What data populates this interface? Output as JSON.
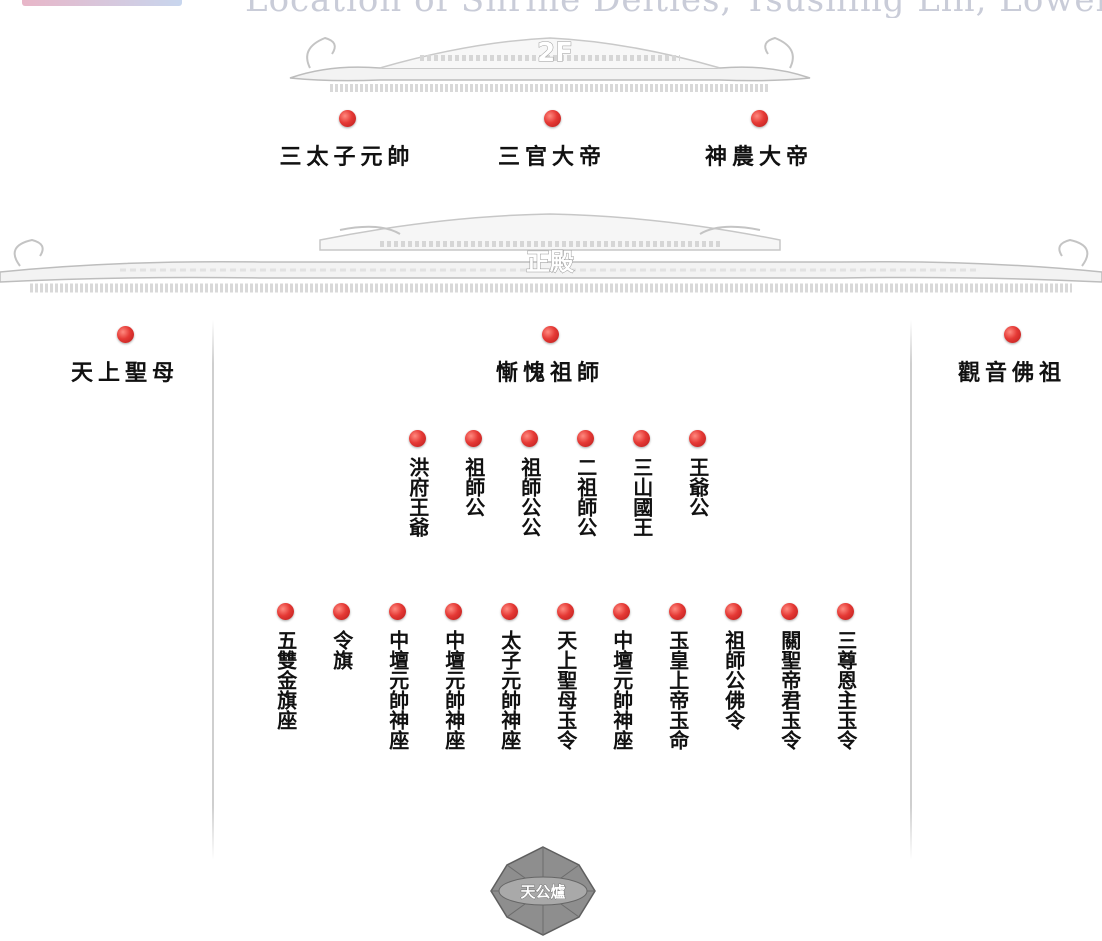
{
  "header": {
    "title": "Location of Shrine Deities, Tsushing Lin, Lower"
  },
  "floor2": {
    "roof_label": "2F",
    "deities": [
      {
        "name": "三太子元帥"
      },
      {
        "name": "三官大帝"
      },
      {
        "name": "神農大帝"
      }
    ]
  },
  "main_hall": {
    "roof_label": "正殿",
    "left_deity": {
      "name": "天上聖母"
    },
    "center_deity": {
      "name": "慚愧祖師"
    },
    "right_deity": {
      "name": "觀音佛祖"
    },
    "row1": [
      {
        "name": "洪府王爺"
      },
      {
        "name": "祖師公"
      },
      {
        "name": "祖師公公"
      },
      {
        "name": "二祖師公"
      },
      {
        "name": "三山國王"
      },
      {
        "name": "王爺公"
      }
    ],
    "row2": [
      {
        "name": "五雙金旗座"
      },
      {
        "name": "令旗"
      },
      {
        "name": "中壇元帥神座"
      },
      {
        "name": "中壇元帥神座"
      },
      {
        "name": "太子元帥神座"
      },
      {
        "name": "天上聖母玉令"
      },
      {
        "name": "中壇元帥神座"
      },
      {
        "name": "玉皇上帝玉命"
      },
      {
        "name": "祖師公佛令"
      },
      {
        "name": "關聖帝君玉令"
      },
      {
        "name": "三尊恩主玉令"
      }
    ]
  },
  "altar": {
    "label": "天公爐"
  },
  "colors": {
    "dot": "#e53935",
    "roof": "#cfcfcf",
    "text": "#111111"
  }
}
